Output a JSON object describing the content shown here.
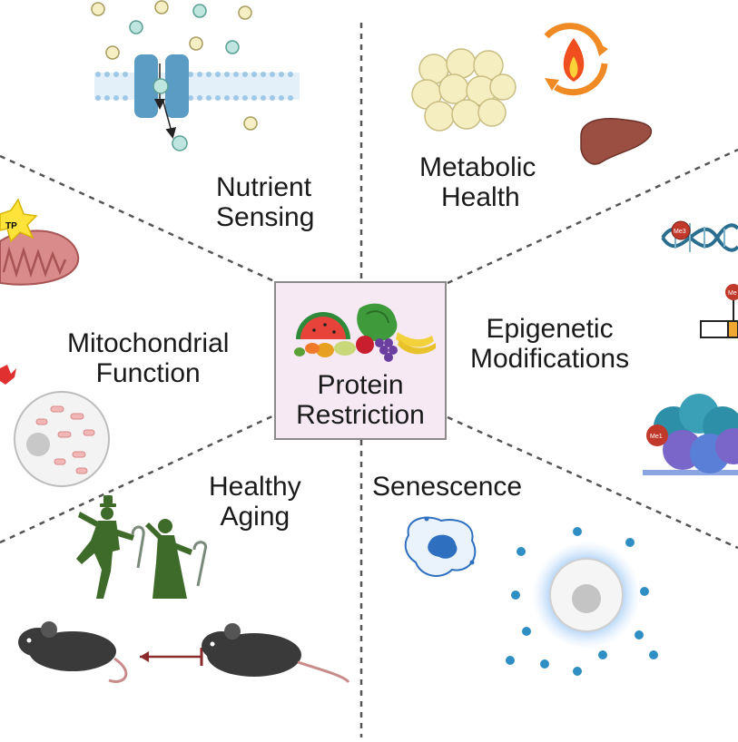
{
  "center": {
    "line1": "Protein",
    "line2": "Restriction"
  },
  "sections": {
    "nutrient_sensing": {
      "line1": "Nutrient",
      "line2": "Sensing"
    },
    "metabolic_health": {
      "line1": "Metabolic",
      "line2": "Health"
    },
    "mitochondrial_function": {
      "line1": "Mitochondrial",
      "line2": "Function"
    },
    "epigenetic_modifications": {
      "line1": "Epigenetic",
      "line2": "Modifications"
    },
    "healthy_aging": {
      "line1": "Healthy",
      "line2": "Aging"
    },
    "senescence": {
      "line1": "Senescence"
    }
  },
  "icon_text": {
    "atp": "TP",
    "me3": "Me3",
    "me": "Me",
    "me1": "Me1"
  },
  "colors": {
    "center_box_fill": "#f6e9f4",
    "center_box_border": "#8a8a8a",
    "divider": "#555555",
    "membrane": "#9ec8e6",
    "channel": "#5b9cc4",
    "fat_cell": "#f5eec0",
    "flame_ring": "#f08a24",
    "liver": "#9b4f42",
    "mito_outer": "#d98a8a",
    "atp_burst": "#ffe23a",
    "dna_blue": "#2a6f8f",
    "dna_red": "#c0392b",
    "histone": "#5a7fd6",
    "figure_green": "#3f6b2a",
    "mouse": "#3a3a3a",
    "senescent_cell": "#2e6fc0",
    "senescent_glow": "#7fb6f2",
    "sasp_dot": "#2f8fc4"
  }
}
